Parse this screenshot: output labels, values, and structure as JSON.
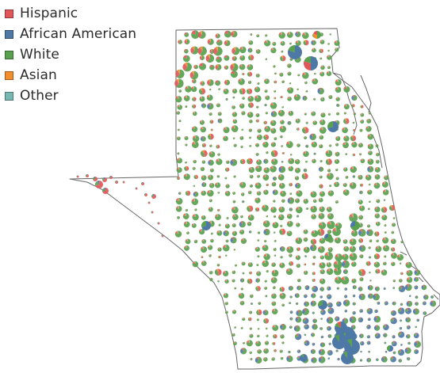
{
  "legend": {
    "items": [
      {
        "key": "hispanic",
        "label": "Hispanic",
        "color": "#e15759"
      },
      {
        "key": "african_american",
        "label": "African American",
        "color": "#4e79a7"
      },
      {
        "key": "white",
        "label": "White",
        "color": "#59a14f"
      },
      {
        "key": "asian",
        "label": "Asian",
        "color": "#f28e2b"
      },
      {
        "key": "other",
        "label": "Other",
        "color": "#76b7b2"
      }
    ]
  },
  "map": {
    "style": "symbol map of proportional pie charts by area, showing population share by race/ethnicity",
    "outline_color": "#555555",
    "dominant_pattern": {
      "white_majority": "most of the region, small and medium green pies",
      "african_american_clusters": [
        "northeast corner",
        "east-central coast",
        "large cluster at southern tip"
      ],
      "hispanic_clusters": [
        "western panhandle",
        "scattered north-west"
      ]
    }
  }
}
